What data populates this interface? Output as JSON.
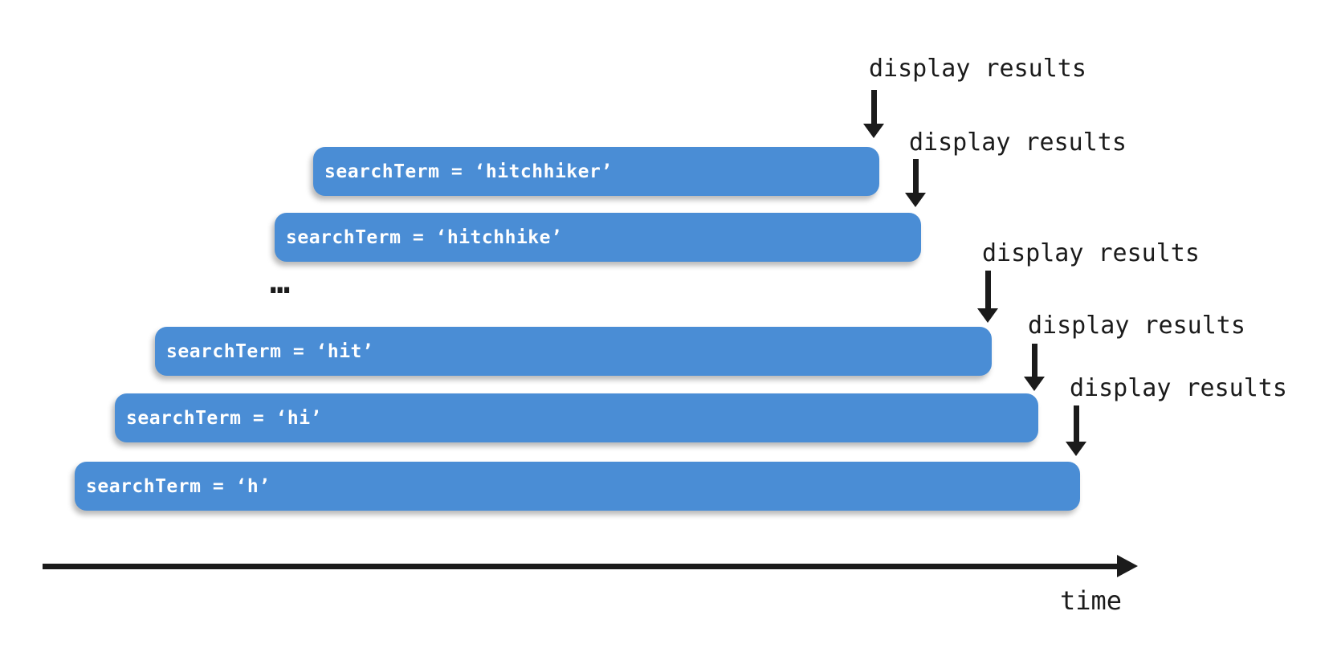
{
  "bars": [
    {
      "label": "searchTerm = ‘hitchhiker’"
    },
    {
      "label": "searchTerm = ‘hitchhike’"
    },
    {
      "label": "searchTerm = ‘hit’"
    },
    {
      "label": "searchTerm = ‘hi’"
    },
    {
      "label": "searchTerm = ‘h’"
    }
  ],
  "events": [
    {
      "label": "display results"
    },
    {
      "label": "display results"
    },
    {
      "label": "display results"
    },
    {
      "label": "display results"
    },
    {
      "label": "display results"
    }
  ],
  "ellipsis": "…",
  "axis": {
    "label": "time"
  },
  "colors": {
    "bar": "#4a8dd5",
    "barText": "#ffffff",
    "ink": "#1b1b1b"
  }
}
